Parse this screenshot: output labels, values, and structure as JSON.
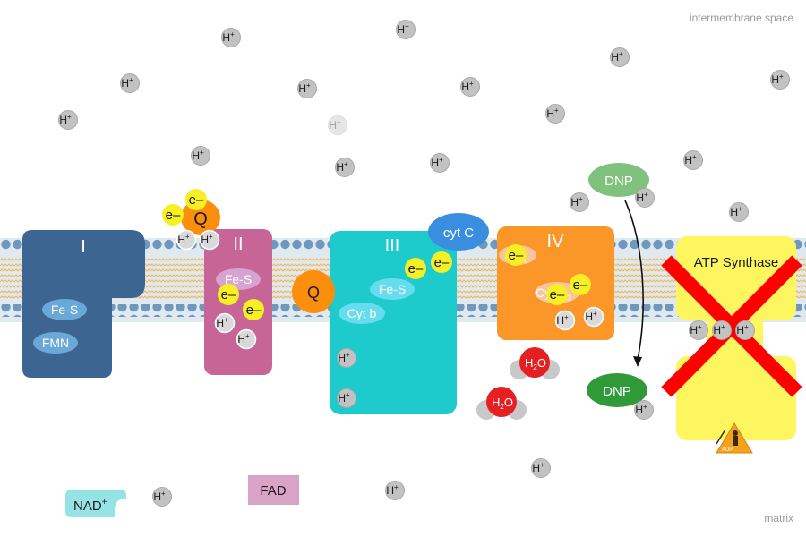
{
  "regions": {
    "intermembrane": "intermembrane space",
    "matrix": "matrix"
  },
  "proton": {
    "base": "H",
    "sup": "+"
  },
  "complexes": {
    "c1": {
      "numeral": "I",
      "fes": "Fe-S",
      "fmn": "FMN"
    },
    "c2": {
      "numeral": "II",
      "fes": "Fe-S"
    },
    "c3": {
      "numeral": "III",
      "fes": "Fe-S",
      "cytb": "Cyt b"
    },
    "c4": {
      "numeral": "IV",
      "cua": "Cu",
      "cua_sub": "A",
      "cya3": "Cy",
      "cya3_sub": "3"
    }
  },
  "carriers": {
    "q": "Q",
    "cytc": "cyt C",
    "electron": "e–"
  },
  "water": {
    "base": "H",
    "sub": "2",
    "end": "O"
  },
  "dnp": "DNP",
  "atp_synthase": {
    "label": "ATP Synthase",
    "status": "blocked",
    "adp": "ADP"
  },
  "nad": {
    "base": "NAD",
    "sup": "+"
  },
  "fad": "FAD",
  "colors": {
    "complex1": "#3c6591",
    "complex2": "#c76597",
    "complex3": "#1ecbcc",
    "complex4": "#fb9628",
    "ubiquinone": "#fb8e0d",
    "cytc": "#3a8ee0",
    "electron": "#f6ef26",
    "atp_synthase": "#fdf65e",
    "block_x": "#ff0000",
    "dnp_outside": "#7fc17d",
    "dnp_inside": "#2f9a37",
    "water": "#e52023",
    "nad": "#96e3e6",
    "fad": "#d9a2c7"
  }
}
